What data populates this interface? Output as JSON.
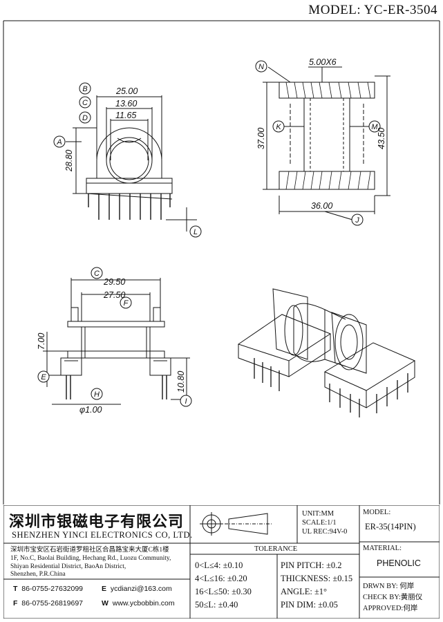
{
  "header": {
    "model_title": "MODEL: YC-ER-3504"
  },
  "drawing": {
    "callouts": [
      "A",
      "B",
      "C",
      "D",
      "N",
      "K",
      "M",
      "J",
      "L",
      "C",
      "F",
      "E",
      "H",
      "I"
    ],
    "dims": {
      "d25": "25.00",
      "d1360": "13.60",
      "d1165": "11.65",
      "d2880": "28.80",
      "d500x6": "5.00X6",
      "d3700": "37.00",
      "d4350": "43.50",
      "d3600": "36.00",
      "d2950": "29.50",
      "d2750": "27.50",
      "d700": "7.00",
      "d1080": "10.80",
      "d100": "φ1.00"
    }
  },
  "title_block": {
    "company_cn": "深圳市银磁电子有限公司",
    "company_en": "SHENZHEN YINCI ELECTRONICS CO, LTD.",
    "address_cn": "深圳市宝安区石岩街道罗租社区合昌路宝来大厦C栋1楼",
    "address_en": [
      "1F, No.C, Baolai Building, Hechang Rd., Luozu Community,",
      "Shiyan Residential District, BaoAn District,",
      "Shenzhen, P.R.China"
    ],
    "tel_label": "T",
    "tel": "86-0755-27632099",
    "fax_label": "F",
    "fax": "86-0755-26819697",
    "email_label": "E",
    "email": "ycdianzi@163.com",
    "web_label": "W",
    "web": "www.ycbobbin.com",
    "unit": "UNIT:MM",
    "scale": "SCALE:1/1",
    "ul_rec": "UL REC:94V-0",
    "tolerance_title": "TOLERANCE",
    "tol_left": [
      "0<L≤4: ±0.10",
      "4<L≤16: ±0.20",
      "16<L≤50: ±0.30",
      "50≤L: ±0.40"
    ],
    "tol_right": [
      "PIN PITCH: ±0.2",
      "THICKNESS: ±0.15",
      "ANGLE: ±1°",
      "PIN DIM: ±0.05"
    ],
    "model_label": "MODEL:",
    "model_value": "ER-35(14PIN)",
    "material_label": "MATERIAL:",
    "material_value": "PHENOLIC",
    "drawn_label": "DRWN BY:",
    "drawn_value": "何岸",
    "check_label": "CHECK BY:",
    "check_value": "黄丽仪",
    "approved_label": "APPROVED:",
    "approved_value": "何岸"
  }
}
